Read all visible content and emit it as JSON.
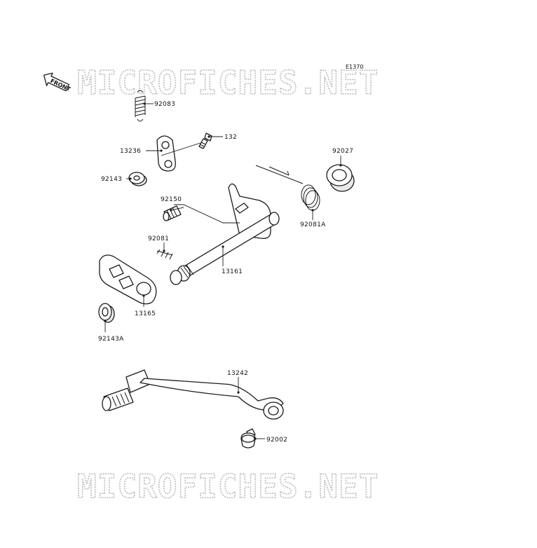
{
  "diagram_ref": "E1370",
  "direction_label": "FRONT",
  "watermark_text": "MICROFICHES.NET",
  "parts": [
    {
      "id": "92083"
    },
    {
      "id": "132"
    },
    {
      "id": "13236"
    },
    {
      "id": "92027"
    },
    {
      "id": "92143"
    },
    {
      "id": "92150"
    },
    {
      "id": "92081A"
    },
    {
      "id": "92081"
    },
    {
      "id": "13161"
    },
    {
      "id": "13165"
    },
    {
      "id": "92143A"
    },
    {
      "id": "13242"
    },
    {
      "id": "92002"
    }
  ]
}
